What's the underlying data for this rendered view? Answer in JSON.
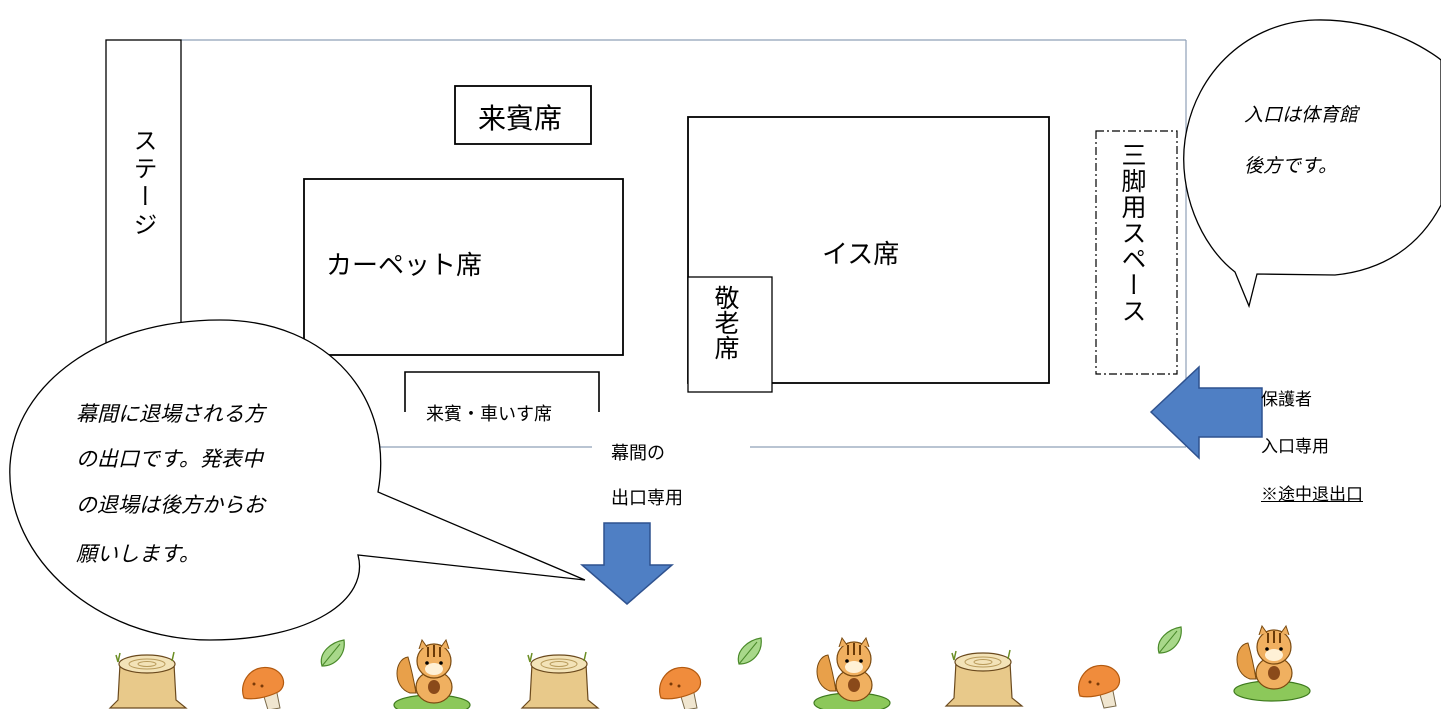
{
  "stage": {
    "label": "ステージ"
  },
  "guest_seats": {
    "label": "来賓席"
  },
  "carpet_seats": {
    "label": "カーペット席"
  },
  "chair_seats": {
    "label": "イス席"
  },
  "elderly_seats": {
    "label": "敬老席"
  },
  "tripod_space": {
    "label": "三脚用スペース"
  },
  "guest_wheelchair_seats": {
    "label": "来賓・車いす席"
  },
  "intermission_exit": {
    "line1": "幕間の",
    "line2": "出口専用"
  },
  "parent_entrance": {
    "line1": "保護者",
    "line2": "入口専用",
    "line3": "※途中退出口"
  },
  "bubble_entrance": {
    "line1": "入口は体育館",
    "line2": "後方です。"
  },
  "bubble_exit": {
    "line1": "幕間に退場される方",
    "line2": "の出口です。発表中",
    "line3": "の退場は後方からお",
    "line4": "願いします。"
  },
  "colors": {
    "arrow_fill": "#4f7fc4",
    "arrow_stroke": "#2f528f",
    "hall_border": "#8fa0b8"
  },
  "decorations": [
    "stump-icon",
    "mushroom-icon",
    "leaf-icon",
    "squirrel-icon",
    "stump-icon",
    "mushroom-icon",
    "leaf-icon",
    "squirrel-icon",
    "stump-icon",
    "mushroom-icon",
    "leaf-icon",
    "squirrel-icon"
  ]
}
